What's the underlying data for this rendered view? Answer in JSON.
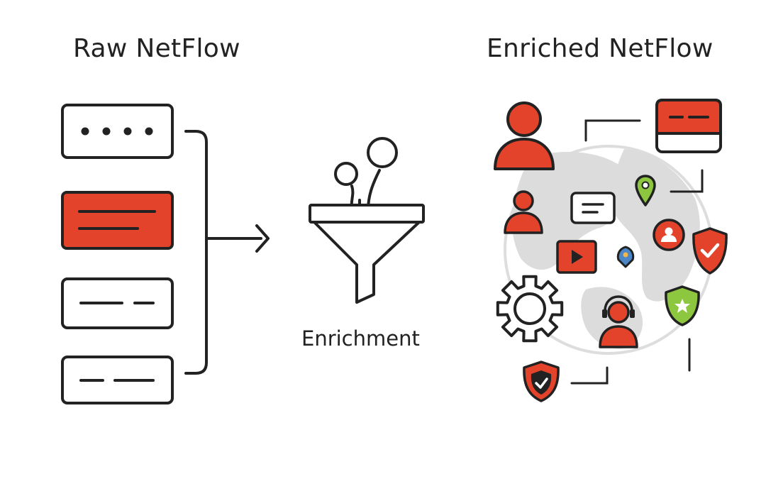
{
  "headings": {
    "left": "Raw NetFlow",
    "right": "Enriched NetFlow"
  },
  "center": {
    "label": "Enrichment"
  },
  "raw_records": [
    {
      "style": "dots",
      "fill": "#ffffff"
    },
    {
      "style": "lines",
      "fill": "#e2432a"
    },
    {
      "style": "dashes",
      "fill": "#ffffff"
    },
    {
      "style": "dashes",
      "fill": "#ffffff"
    }
  ],
  "enriched_icons": [
    "user-icon",
    "card-icon",
    "user-icon",
    "message-icon",
    "location-pin-icon",
    "user-badge-icon",
    "shield-check-icon",
    "video-play-icon",
    "location-pin-icon",
    "gear-icon",
    "agent-headset-icon",
    "shield-star-icon",
    "shield-check-icon",
    "globe-icon"
  ],
  "colors": {
    "accent": "#e2432a",
    "outline": "#222222",
    "globe": "#dcdcdc",
    "green": "#8dc63f",
    "blue": "#4a86c8"
  }
}
